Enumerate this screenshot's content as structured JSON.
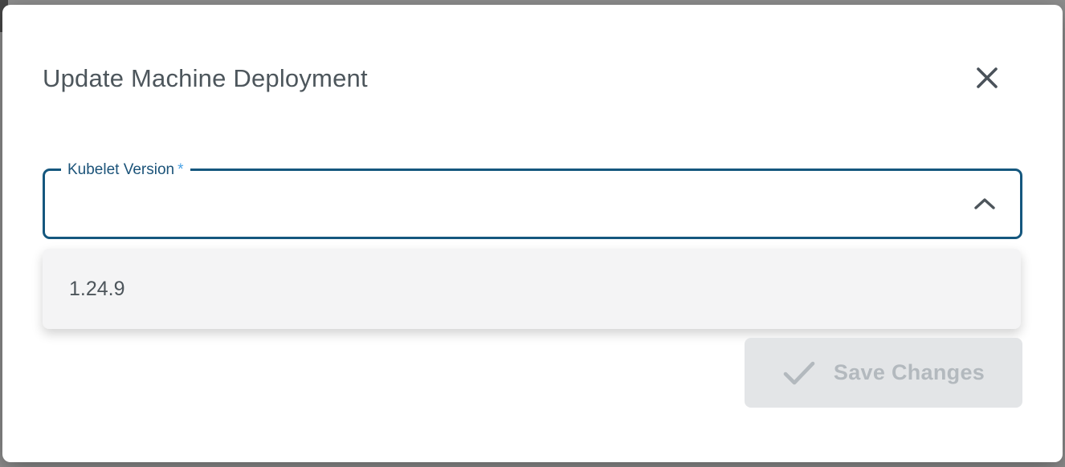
{
  "modal": {
    "title": "Update Machine Deployment"
  },
  "form": {
    "kubelet_version": {
      "label": "Kubelet Version",
      "required_marker": "*",
      "value": "",
      "state": "open",
      "options": [
        "1.24.9"
      ]
    }
  },
  "footer": {
    "save_button": {
      "label": "Save Changes",
      "disabled": true
    }
  },
  "colors": {
    "primary_border": "#15577e",
    "label_blue": "#1b5379",
    "asterisk_blue": "#49a2e5",
    "title_gray": "#4d565c",
    "option_gray": "#4d555b",
    "disabled_btn_bg": "#e3e5e7",
    "disabled_btn_text": "#b3b9be",
    "panel_bg": "#f4f4f5"
  }
}
